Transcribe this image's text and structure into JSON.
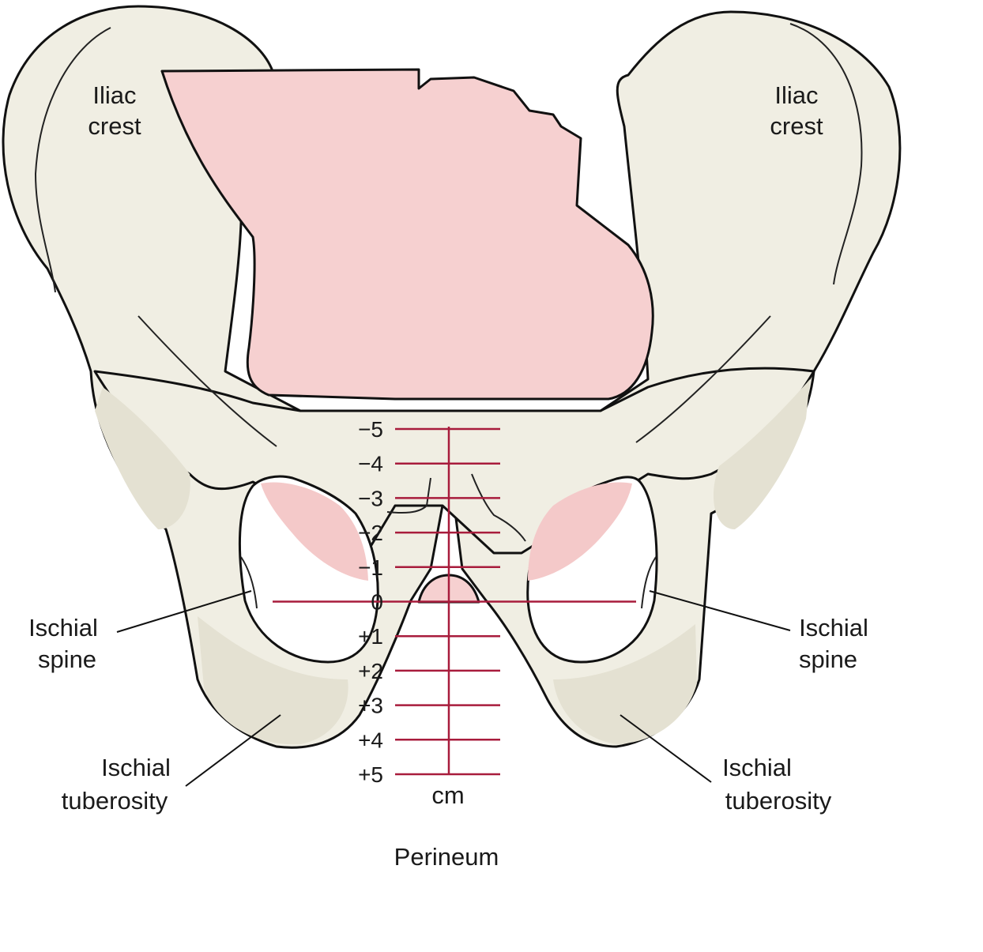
{
  "labels": {
    "iliac_left_1": "Iliac",
    "iliac_left_2": "crest",
    "iliac_right_1": "Iliac",
    "iliac_right_2": "crest",
    "spine_left_1": "Ischial",
    "spine_left_2": "spine",
    "spine_right_1": "Ischial",
    "spine_right_2": "spine",
    "tuber_left_1": "Ischial",
    "tuber_left_2": "tuberosity",
    "tuber_right_1": "Ischial",
    "tuber_right_2": "tuberosity",
    "unit": "cm",
    "perineum": "Perineum"
  },
  "station_scale": {
    "stations": [
      "−5",
      "−4",
      "−3",
      "−2",
      "−1",
      "0",
      "+1",
      "+2",
      "+3",
      "+4",
      "+5"
    ],
    "line_color": "#a81c3c"
  },
  "colors": {
    "bone": "#f0eee3",
    "fetal_head": "#f6d0d0",
    "outline": "#111111"
  }
}
